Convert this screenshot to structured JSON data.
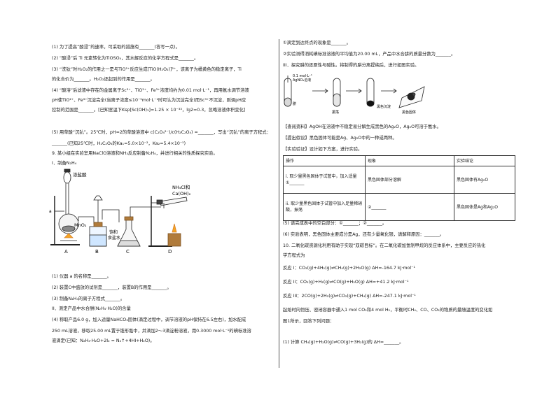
{
  "left": {
    "lines": [
      "(1) 为了提高“酸浸”的速率，可采取的措施有_______(答写一点)。",
      "(2) “酸浸”后 Ti 元素转化为TiOSO₄，其水解反应的化学方程式是_______。",
      "(3) “洗钛”时H₂O₂的作用之一是与TiO²⁺反应生成[TiO(H₂O₂)]²⁺，该离子为橘黄色的稳定离子，Ti",
      "的化合价为_______。H₂O₂还起到的作用是_______。",
      "(4) “酸溶”后滤液中存在的金属离子Sc³⁺、TiO²⁺、Fe³⁺浓度均约为0.01 mol·L⁻¹，再用氨水调节溶液",
      "pH使TiO²⁺、Fe³⁺沉淀完全(当离子浓度≤10⁻⁵mol·L⁻¹时可认为沉淀完全)而Sc³⁺不沉淀，则调pH应",
      "控制的范围是_______。[已知室温下Ksp[Sc(OH)₃]=1.25 × 10⁻³³，lg2≈0.3，忽略溶液体积变化]",
      "(5) 用草酸“沉钪”。25℃时，pH=2的草酸溶液中 c(C₂O₄²⁻)/c(H₂C₂O₄) =_______，写出“沉钪”的离子方程式：",
      "_______(已知25℃时，H₂C₂O₄的Ka₁=5.0×10⁻²，Ka₂=5.4×10⁻⁵)",
      "9. 某小组在实验室用NaClO溶液和NH₃反应制备N₂H₄，并进行相关的性质探究实验。",
      "I．制备N₂H₄",
      "(1) 仪器 a 的名称是_______。",
      "(2) 装置C中盛放的试剂是_______，装置B的作用是_______。",
      "(3) 制备N₂H₄的离子方程式_______。",
      "II．测定产品中水合肼(N₂H₄·H₂O)的含量",
      "(4) 称取产品6.0 g，加入适量NaHCO₃固体(滴定过程中，调节溶液的pH保持在6.5左右)，加水配成",
      "250 mL溶液，移取25.00 mL置于锥形瓶中，并滴加2～3滴淀粉溶液，用0.3000 mol·L⁻¹的碘标准溶",
      "液滴定(已知：N₂H₄·H₂O+2I₂ = N₂↑+4HI+H₂O)。"
    ],
    "apparatus": {
      "reagent_label": "浓盐酸",
      "mno2": "MnO₂",
      "a_label": "a",
      "saturated_saltwater": "饱和",
      "saturated_saltwater2": "食盐水",
      "nh4cl": "NH₄Cl和",
      "caoh2": "Ca(OH)₂",
      "label_A": "A",
      "label_B": "B",
      "label_C": "C",
      "label_D": "D"
    }
  },
  "right": {
    "lines_top": [
      "①滴定到达终点的现象是_______。",
      "②实验测得消耗碘标准溶液的平均值为20.00 mL，产品中水合肼的质量分数为_______。",
      "III．探究肼的还原性与碱性。将制得的肼分离提纯后，进行如图实验。"
    ],
    "figure": {
      "reagent": "0.1 mol·L⁻¹",
      "reagent2": "AgNO₃溶液",
      "hydrazine": "肼",
      "shake": "振荡",
      "black_ppt": "黑色沉淀",
      "black_solid": "黑色固体"
    },
    "lines_mid": [
      "【查阅资料】AgOH在溶液中不稳定易分解生成黑色的Ag₂O，Ag₂O可溶于氨水。",
      "【提出假设】黑色固体可能是Ag、Ag₂O中的一种或两种。",
      "【实验验证】设计如下方案，进行实验。"
    ],
    "table": {
      "headers": [
        "操作",
        "现象",
        "实验结论"
      ],
      "rows": [
        [
          "i. 取少量黑色固体于试管中，加入适量①_______",
          "黑色固体部分溶解",
          "黑色固体有Ag₂O"
        ],
        [
          "ii. 取少量黑色固体于试管中加入足量稀硝酸，振荡",
          "②_______",
          "黑色固体是Ag和Ag₂O"
        ]
      ]
    },
    "lines_bottom": [
      "(5) 请完成表中的空白部分：①_______；②_______。",
      "(6) 实验表明，黑色固体主要成分是Ag，还有少量氧化银，请解释原因：_______。",
      "10. 二氧化碳资源化利用有助于实现“双碳目标”。在二氧化碳加氢制甲烷的反应体系中，主要反应的热化",
      "学方程式为",
      "反应 I：CO₂(g)+4H₂(g)⇌CH₄(g)+2H₂O(g)  ΔH=-164.7 kJ·mol⁻¹",
      "反应 II：CO₂(g)+H₂(g)⇌CO(g)+H₂O(g)  ΔH=+41.2 kJ·mol⁻¹",
      "反应 III：2CO(g)+2H₂(g)⇌CO₂(g)+CH₄(g)  ΔH=-247.1 kJ·mol⁻¹",
      "起始时向恒压、密闭容器中通入1 mol CO₂和4 mol H₂，平衡时CH₄、CO、CO₂的物质的量随温度的变化如",
      "图1所示，回答下列问题：",
      "(1) 计算 CH₄(g)+H₂O(g)⇌CO(g)+3H₂(g)的 ΔH=_______。"
    ]
  }
}
